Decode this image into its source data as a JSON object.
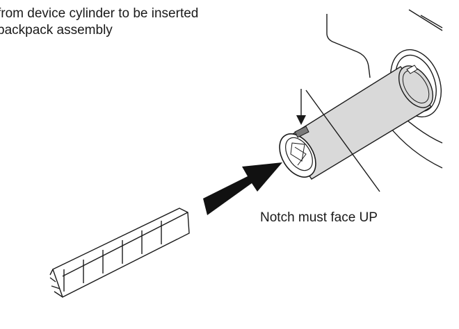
{
  "instruction": {
    "line1": "from device cylinder to be inserted",
    "line2": "backpack assembly"
  },
  "callout": {
    "label": "Notch must face UP"
  },
  "colors": {
    "line": "#1a1a1a",
    "cylinder_fill": "#d9d9d9",
    "arrow_fill": "#111111"
  },
  "icons": [
    "insertion-arrow",
    "notch-pointer-arrow"
  ]
}
